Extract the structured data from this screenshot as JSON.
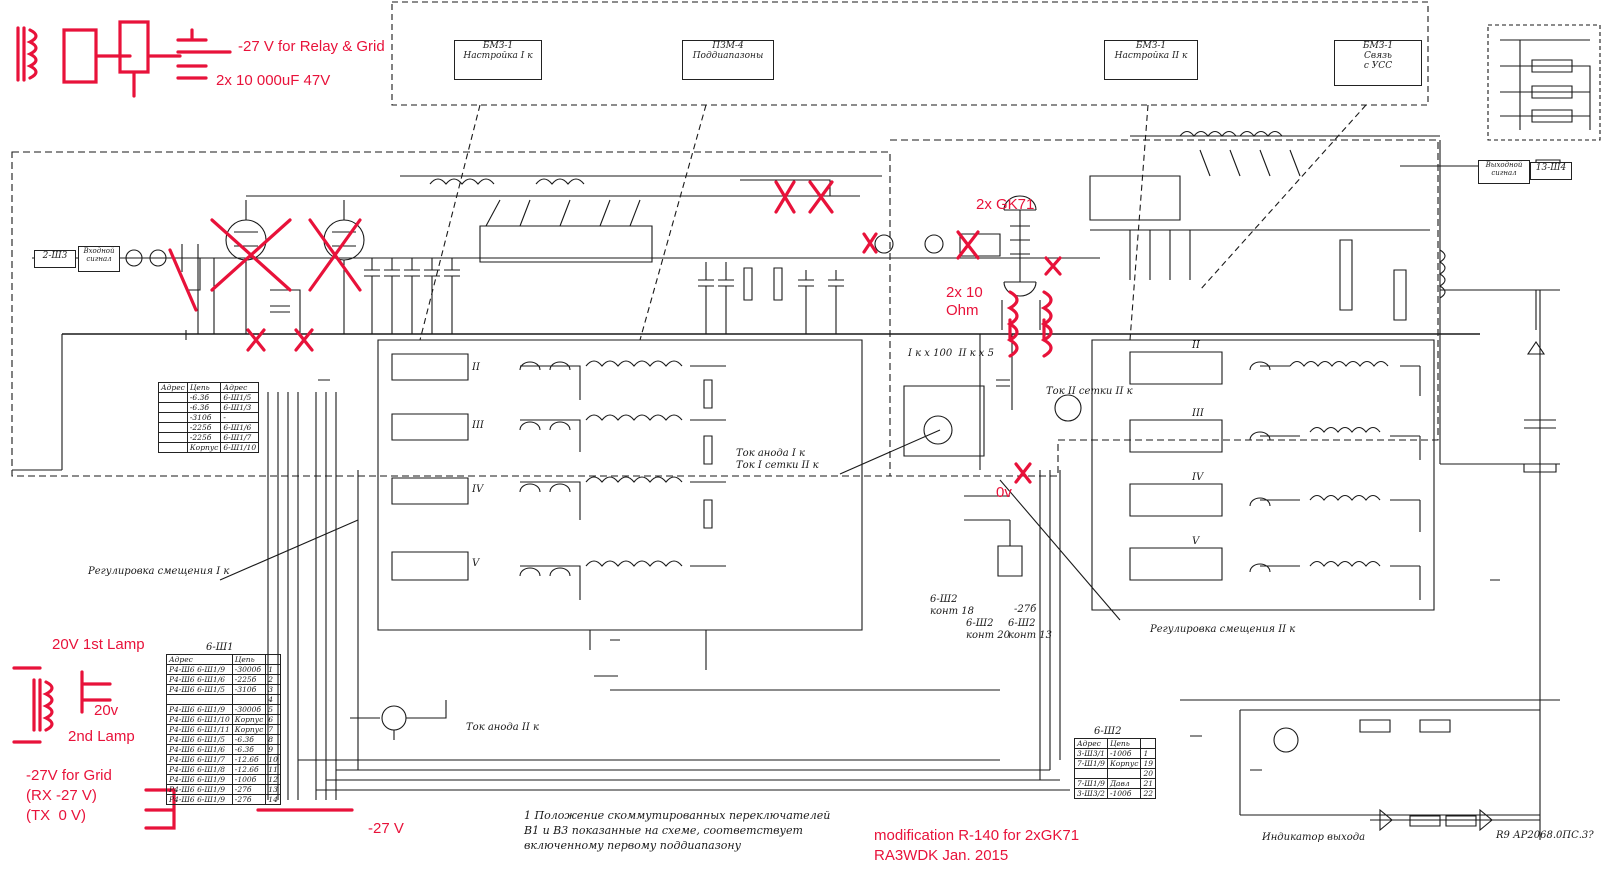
{
  "colors": {
    "ink": "#1a1a1a",
    "annotation": "#e8123a",
    "paper": "#ffffff"
  },
  "annotations": {
    "relay_grid_supply": "-27 V for Relay & Grid",
    "capacitors": "2x 10 000uF 47V",
    "tubes": "2x GK71",
    "resistors": "2x 10\nOhm",
    "zero_volt": "0v",
    "lamp1": "20V 1st Lamp",
    "lamp2_v": "20v",
    "lamp2": "2nd Lamp",
    "grid_supply": "-27V for Grid\n(RX -27 V)\n(TX  0 V)",
    "minus27": "-27 V",
    "credit": "modification R-140 for 2xGK71\nRA3WDK Jan. 2015"
  },
  "units": [
    {
      "code": "БМЗ-1",
      "name": "Настройка I к"
    },
    {
      "code": "ПЗМ-4",
      "name": "Поддиапазоны"
    },
    {
      "code": "БМЗ-1",
      "name": "Настройка II к"
    },
    {
      "code": "БМЗ-1",
      "name": "Связь\nс УСС"
    }
  ],
  "labels": {
    "input_connector": "2-Ш3",
    "input_signal": "Входной\nсигнал",
    "output_signal": "Выходной\nсигнал",
    "output_connector": "13-Ш4",
    "bias_1": "Регулировка смещения I к",
    "bias_2": "Регулировка смещения II к",
    "anode_current_1": "Ток анода I к\nТок I сетки II к",
    "grid_current_2": "Ток II сетки II к",
    "anode_current_2": "Ток анода II к",
    "output_indicator": "Индикатор выхода",
    "meter_scale": "I к х 100  II к х 5",
    "note": "1 Положение скоммутированных переключателей\nВ1 и В3 показанные на схеме, соответствует\nвключенному первому поддиапазону",
    "relay_ref": "R9 АР2068.0ПС.3?",
    "b6_sh2_a": "6-Ш2\nконт 18",
    "b6_sh2_b": "6-Ш2\nконт 20",
    "b6_sh2_c": "6-Ш2\nконт 13",
    "minus27_small": "-27б",
    "subband_ii": "II",
    "subband_iii": "III",
    "subband_iv": "IV",
    "subband_v": "V"
  },
  "table_left_top": {
    "headers": [
      "Адрес",
      "Цепь",
      "Адрес"
    ],
    "rows": [
      [
        "-6.3б",
        "6-Ш1/5"
      ],
      [
        "-6.3б",
        "6-Ш1/3"
      ],
      [
        "-310б",
        "-"
      ],
      [
        "-225б",
        "6-Ш1/6"
      ],
      [
        "-225б",
        "6-Ш1/7"
      ],
      [
        "Корпус",
        "6-Ш1/10"
      ]
    ]
  },
  "table_6sh1": {
    "title": "6-Ш1",
    "headers": [
      "Адрес",
      "Цепь",
      ""
    ],
    "rows": [
      [
        "Р4-Ш6 6-Ш1/9",
        "-3000б",
        "1"
      ],
      [
        "Р4-Ш6 6-Ш1/6",
        "-225б",
        "2"
      ],
      [
        "Р4-Ш6 6-Ш1/5",
        "-310б",
        "3"
      ],
      [
        "",
        "",
        "4"
      ],
      [
        "Р4-Ш6 6-Ш1/9",
        "-3000б",
        "5"
      ],
      [
        "Р4-Ш6 6-Ш1/10",
        "Корпус",
        "6"
      ],
      [
        "Р4-Ш6 6-Ш1/11",
        "Корпус",
        "7"
      ],
      [
        "Р4-Ш6 6-Ш1/5",
        "-6.3б",
        "8"
      ],
      [
        "Р4-Ш6 6-Ш1/6",
        "-6.3б",
        "9"
      ],
      [
        "Р4-Ш6 6-Ш1/7",
        "-12.6б",
        "10"
      ],
      [
        "Р4-Ш6 6-Ш1/8",
        "-12.6б",
        "11"
      ],
      [
        "Р4-Ш6 6-Ш1/9",
        "-100б",
        "12"
      ],
      [
        "Р4-Ш6 6-Ш1/9",
        "-27б",
        "13"
      ],
      [
        "Р4-Ш6 6-Ш1/9",
        "-27б",
        "14"
      ]
    ]
  },
  "table_6sh2": {
    "title": "6-Ш2",
    "headers": [
      "Адрес",
      "Цепь",
      ""
    ],
    "rows": [
      [
        "3-Ш3/1",
        "-100б",
        "1"
      ],
      [
        "7-Ш1/9",
        "Корпус",
        "19"
      ],
      [
        "",
        "",
        "20"
      ],
      [
        "7-Ш1/9",
        "Давл",
        "21"
      ],
      [
        "3-Ш3/2",
        "-100б",
        "22"
      ]
    ]
  }
}
